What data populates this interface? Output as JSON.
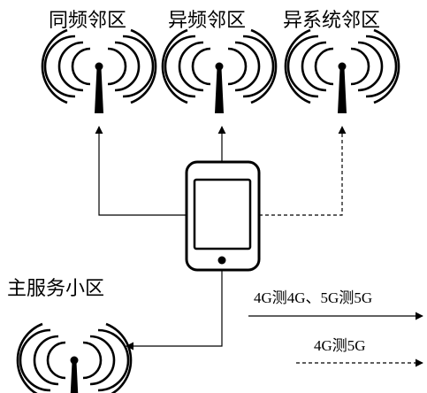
{
  "labels": {
    "same_freq": "同频邻区",
    "diff_freq": "异频邻区",
    "diff_system": "异系统邻区",
    "serving_cell": "主服务小区"
  },
  "legend": {
    "solid_desc": "4G测4G、5G测5G",
    "dashed_desc": "4G测5G"
  },
  "icons": {
    "antenna": "antenna-icon",
    "phone": "mobile-phone-icon"
  },
  "colors": {
    "stroke": "#000000",
    "background": "#ffffff"
  }
}
